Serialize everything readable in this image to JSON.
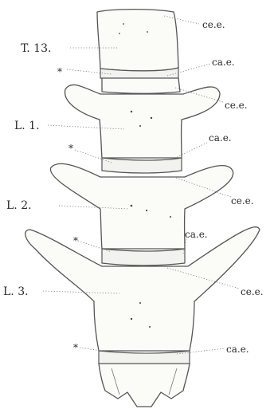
{
  "labels": {
    "T13": "T. 13.",
    "L1": "L. 1.",
    "L2": "L. 2.",
    "L3": "L. 3.",
    "cee": "ce.e.",
    "cae": "ca.e.",
    "star": "*"
  }
}
